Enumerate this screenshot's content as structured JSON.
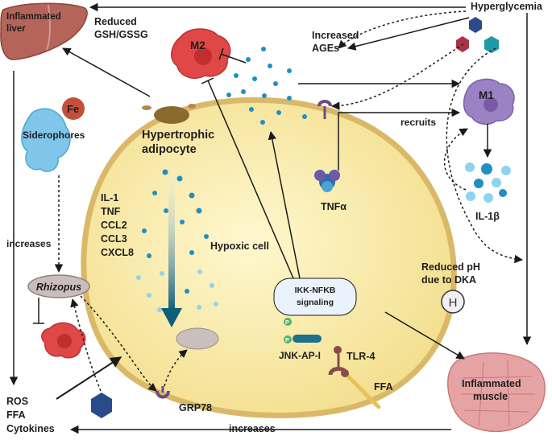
{
  "labels": {
    "inflamed_liver_1": "Inflammated",
    "inflamed_liver_2": "liver",
    "reduced_gsh_1": "Reduced",
    "reduced_gsh_2": "GSH/GSSG",
    "m2": "M2",
    "increased_ages_1": "Increased",
    "increased_ages_2": "AGEs",
    "hyperglycemia": "Hyperglycemia",
    "m1": "M1",
    "recruits": "recruits",
    "fe": "Fe",
    "siderophores": "Siderophores",
    "hypertrophic_1": "Hypertrophic",
    "hypertrophic_2": "adipocyte",
    "cytokine_list": [
      "IL-1",
      "TNF",
      "CCL2",
      "CCL3",
      "CXCL8"
    ],
    "hypoxic_cell": "Hypoxic cell",
    "tnfa": "TNFα",
    "il1b": "IL-1β",
    "increases_left": "increases",
    "rhizopus": "Rhizopus",
    "reduced_ph_1": "Reduced pH",
    "reduced_ph_2": "due to DKA",
    "h": "H",
    "ikk_1": "IKK-NFKB",
    "ikk_2": "signaling",
    "p": "P",
    "jnk": "JNK-AP-I",
    "tlr4": "TLR-4",
    "ffa_right": "FFA",
    "grp78": "GRP78",
    "inflamed_muscle_1": "Inflammated",
    "inflamed_muscle_2": "muscle",
    "ros_list": [
      "ROS",
      "FFA",
      "Cytokines"
    ],
    "increases_bottom": "increases"
  },
  "colors": {
    "arrow": "#1a1a1a",
    "adipocyte_fill": "#f6e7a3",
    "adipocyte_border": "#d9b968",
    "dot_blue": "#1f8fc2",
    "dot_light": "#8fd3ef",
    "macrophage_m2": "#e04848",
    "macrophage_m1": "#9a82c4",
    "liver": "#b5645a",
    "siderophore": "#7fc6ea",
    "rhizopus": "#c9bdbd",
    "muscle": "#e6a3a3",
    "downward_arrow": "#0e5e78"
  },
  "icons": [
    "liver-icon",
    "macrophage-m2-icon",
    "macrophage-m1-icon",
    "siderophore-icon",
    "iron-ion-icon",
    "rhizopus-icon",
    "age-hexagon-icon",
    "tnf-receptor-icon",
    "tlr4-receptor-icon",
    "grp78-receptor-icon",
    "ffa-molecule-icon",
    "muscle-icon",
    "proton-icon"
  ]
}
